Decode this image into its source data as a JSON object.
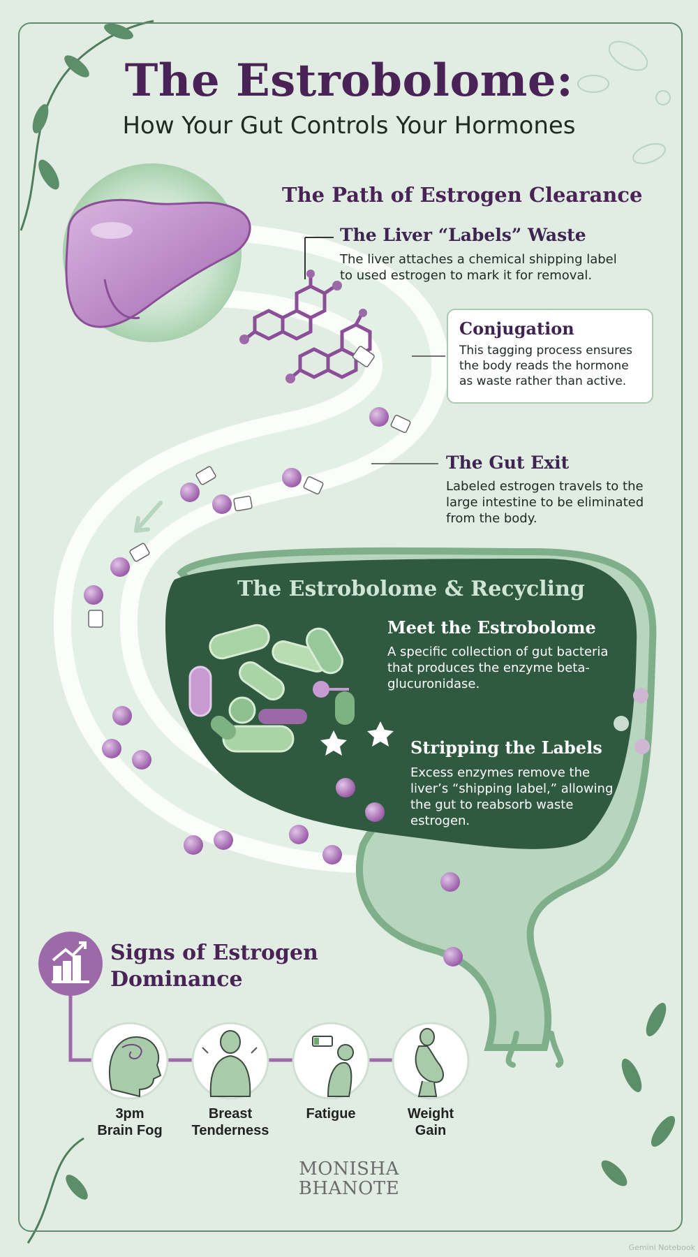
{
  "header": {
    "title": "The Estrobolome:",
    "subtitle": "How Your Gut Controls Your Hormones"
  },
  "path_section": {
    "title": "The Path of Estrogen Clearance",
    "steps": [
      {
        "heading": "The Liver “Labels” Waste",
        "text": "The liver attaches a chemical shipping label to used estrogen to mark it for removal."
      },
      {
        "heading": "Conjugation",
        "text": "This tagging process ensures the body reads the hormone as waste rather than active."
      },
      {
        "heading": "The Gut Exit",
        "text": "Labeled estrogen travels to the large intestine to be eliminated from the body."
      }
    ]
  },
  "recycling_section": {
    "title": "The Estrobolome & Recycling",
    "items": [
      {
        "heading": "Meet the Estrobolome",
        "text": "A specific collection of gut bacteria that produces the enzyme beta-glucuronidase."
      },
      {
        "heading": "Stripping the Labels",
        "text": "Excess enzymes remove the liver’s “shipping label,” allowing the gut to reabsorb waste estrogen."
      }
    ]
  },
  "signs_section": {
    "title": "Signs of Estrogen Dominance",
    "signs": [
      {
        "label_line1": "3pm",
        "label_line2": "Brain Fog",
        "icon": "brain-fog-icon"
      },
      {
        "label_line1": "Breast",
        "label_line2": "Tenderness",
        "icon": "breast-tenderness-icon"
      },
      {
        "label_line1": "Fatigue",
        "label_line2": "",
        "icon": "fatigue-icon"
      },
      {
        "label_line1": "Weight",
        "label_line2": "Gain",
        "icon": "weight-gain-icon"
      }
    ]
  },
  "footer": {
    "logo_line1": "MONISHA",
    "logo_line2": "BHANOTE",
    "watermark": "Gemini Notebook"
  },
  "colors": {
    "background": "#e1ede3",
    "accent_purple": "#4a2356",
    "molecule_purple": "#9c6aa8",
    "dark_green": "#2f5a40",
    "intestine_green": "#b9d8bf"
  }
}
